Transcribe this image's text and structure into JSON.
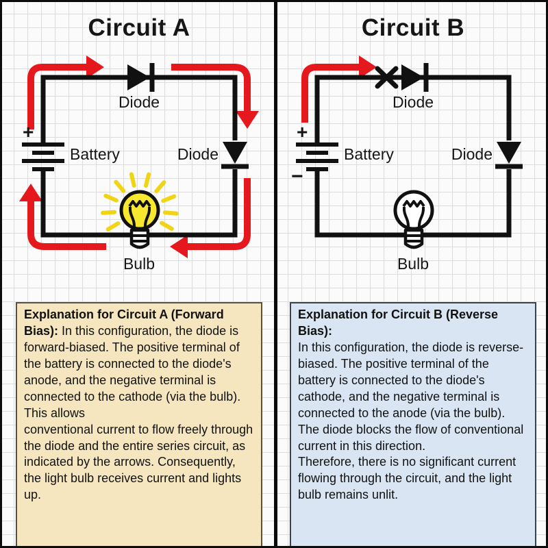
{
  "colors": {
    "arrow_red": "#e5191d",
    "wire": "#111111",
    "text": "#141414",
    "bulb_yellow": "#f7e72f",
    "ray_yellow": "#f1d414",
    "bulb_white": "#ffffff",
    "box_a_bg": "#f5e6c0",
    "box_a_border": "#5c5038",
    "box_b_bg": "#d9e5f2",
    "box_b_border": "#39434f",
    "grid_line": "#dcdcdc",
    "page_bg": "#fbfbfb",
    "divider": "#0a0a0a"
  },
  "panel_a": {
    "title": "Circuit A",
    "labels": {
      "top_diode": "Diode",
      "battery": "Battery",
      "side_diode": "Diode",
      "bulb": "Bulb",
      "plus": "+"
    },
    "explanation_heading": "Explanation for Circuit A (Forward Bias):",
    "explanation_body": " In this configuration, the diode is forward-biased. The positive terminal of the battery is connected to the diode's anode, and the negative terminal is connected to the cathode (via the bulb). This allows\nconventional current to flow freely through the diode and the entire series circuit, as indicated by the arrows. Consequently, the light bulb receives current and lights up."
  },
  "panel_b": {
    "title": "Circuit B",
    "labels": {
      "top_diode": "Diode",
      "battery": "Battery",
      "side_diode": "Diode",
      "bulb": "Bulb",
      "plus": "+",
      "minus": "−"
    },
    "explanation_heading": "Explanation for Circuit B (Reverse Bias):",
    "explanation_body": "\nIn this configuration, the diode is reverse-biased. The positive terminal of the battery is connected to the diode's cathode, and the negative terminal is connected to the anode (via the bulb). The diode blocks the flow of conventional current in this direction.\nTherefore, there is no significant current flowing through the circuit, and the light bulb remains unlit."
  }
}
